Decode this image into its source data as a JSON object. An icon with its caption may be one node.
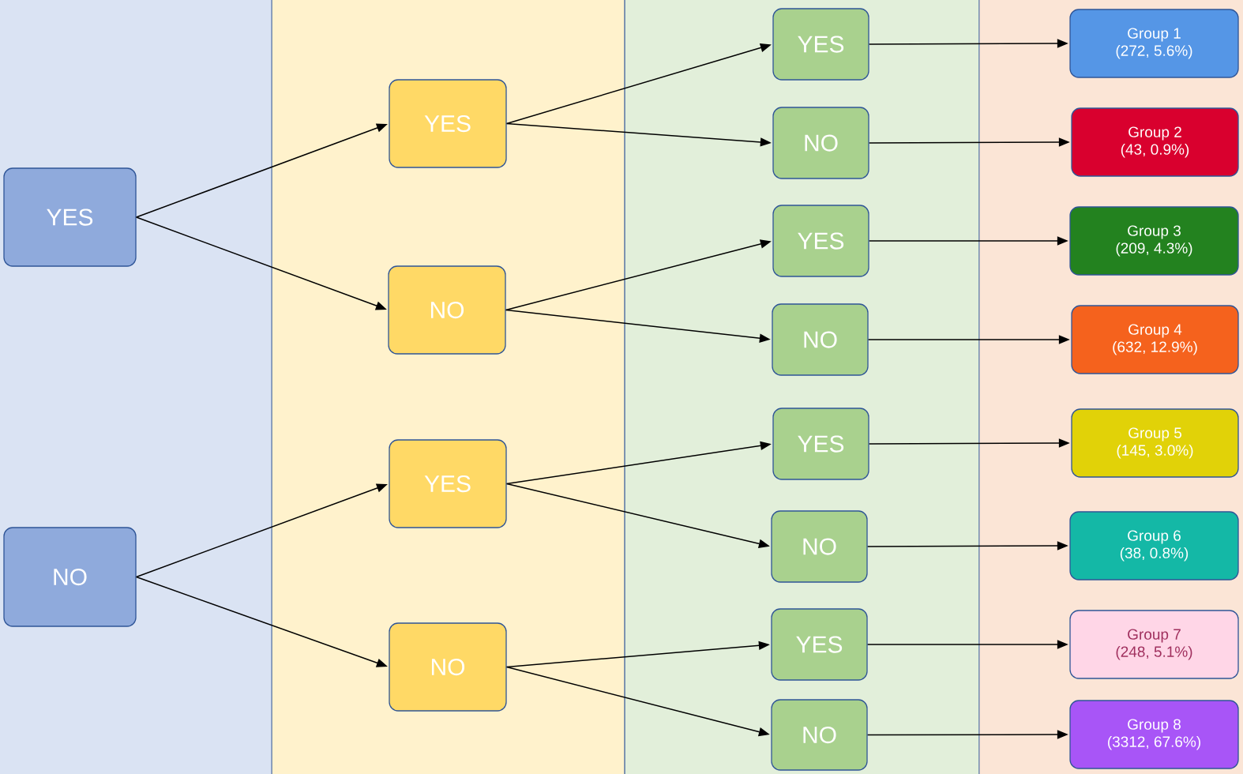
{
  "diagram": {
    "nodes": [
      {
        "text": [
          "YES"
        ]
      },
      {
        "text": [
          "NO"
        ]
      },
      {
        "text": [
          "YES"
        ]
      },
      {
        "text": [
          "NO"
        ]
      },
      {
        "text": [
          "YES"
        ]
      },
      {
        "text": [
          "NO"
        ]
      },
      {
        "text": [
          "YES"
        ]
      },
      {
        "text": [
          "NO"
        ]
      },
      {
        "text": [
          "YES"
        ]
      },
      {
        "text": [
          "NO"
        ]
      },
      {
        "text": [
          "YES"
        ]
      },
      {
        "text": [
          "NO"
        ]
      },
      {
        "text": [
          "YES"
        ]
      },
      {
        "text": [
          "NO"
        ]
      },
      {
        "text": [
          "Group 1",
          "(272, 5.6%)"
        ]
      },
      {
        "text": [
          "Group 2",
          "(43, 0.9%)"
        ]
      },
      {
        "text": [
          "Group 3",
          "(209, 4.3%)"
        ]
      },
      {
        "text": [
          "Group 4",
          "(632, 12.9%)"
        ]
      },
      {
        "text": [
          "Group 5",
          "(145, 3.0%)"
        ]
      },
      {
        "text": [
          "Group 6",
          "(38, 0.8%)"
        ]
      },
      {
        "text": [
          "Group 7",
          "(248, 5.1%)"
        ]
      },
      {
        "text": [
          "Group 8",
          "(3312, 67.6%)"
        ]
      }
    ],
    "edges": [
      {
        "from": 0,
        "to": 2,
        "arrow": "to"
      },
      {
        "from": 0,
        "to": 3,
        "arrow": "to"
      },
      {
        "from": 1,
        "to": 4,
        "arrow": "to"
      },
      {
        "from": 1,
        "to": 5,
        "arrow": "to"
      },
      {
        "from": 2,
        "to": 6,
        "arrow": "to"
      },
      {
        "from": 2,
        "to": 7,
        "arrow": "to"
      },
      {
        "from": 3,
        "to": 8,
        "arrow": "to"
      },
      {
        "from": 3,
        "to": 9,
        "arrow": "to"
      },
      {
        "from": 4,
        "to": 10,
        "arrow": "to"
      },
      {
        "from": 4,
        "to": 11,
        "arrow": "to"
      },
      {
        "from": 5,
        "to": 12,
        "arrow": "to"
      },
      {
        "from": 5,
        "to": 13,
        "arrow": "to"
      },
      {
        "from": 6,
        "to": 14,
        "arrow": "to"
      },
      {
        "from": 7,
        "to": 15,
        "arrow": "to"
      },
      {
        "from": 8,
        "to": 16,
        "arrow": "to"
      },
      {
        "from": 9,
        "to": 17,
        "arrow": "to"
      },
      {
        "from": 10,
        "to": 18,
        "arrow": "to"
      },
      {
        "from": 11,
        "to": 19,
        "arrow": "to"
      },
      {
        "from": 12,
        "to": 20,
        "arrow": "to"
      },
      {
        "from": 13,
        "to": 21,
        "arrow": "to"
      }
    ]
  }
}
